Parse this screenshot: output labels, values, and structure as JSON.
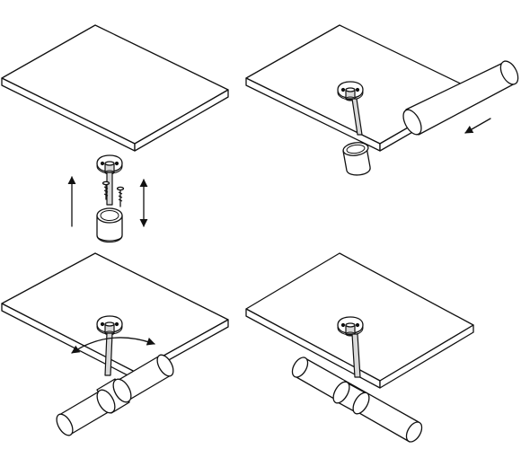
{
  "figure": {
    "panels": [
      {
        "id": "step-1",
        "content": [
          "shelf",
          "rod-bracket",
          "screws",
          "up-arrow",
          "up-down-arrow"
        ]
      },
      {
        "id": "step-2",
        "content": [
          "shelf",
          "rod-bracket",
          "rod",
          "slide-arrow"
        ]
      },
      {
        "id": "step-3",
        "content": [
          "shelf",
          "rod-bracket",
          "rod",
          "rotate-arrow"
        ]
      },
      {
        "id": "step-4",
        "content": [
          "shelf",
          "rod-bracket",
          "rod"
        ]
      }
    ],
    "colors": {
      "line": "#111111",
      "background": "#ffffff",
      "metal": "#d9d9d9"
    },
    "style": "black-and-white line illustration"
  }
}
